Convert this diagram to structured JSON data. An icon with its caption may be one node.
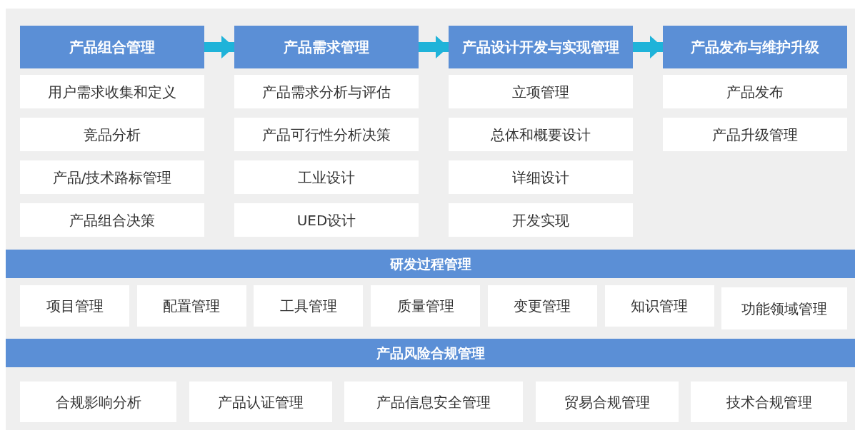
{
  "diagram": {
    "nodes": [
      {
        "text": [
          "产品组合管理"
        ]
      },
      {
        "text": [
          "产品需求管理"
        ]
      },
      {
        "text": [
          "产品设计开发与实现管理"
        ]
      },
      {
        "text": [
          "产品发布与维护升级"
        ]
      },
      {
        "text": [
          "用户需求收集和定义"
        ]
      },
      {
        "text": [
          "产品需求分析与评估"
        ]
      },
      {
        "text": [
          "立项管理"
        ]
      },
      {
        "text": [
          "产品发布"
        ]
      },
      {
        "text": [
          "竞品分析"
        ]
      },
      {
        "text": [
          "产品可行性分析决策"
        ]
      },
      {
        "text": [
          "总体和概要设计"
        ]
      },
      {
        "text": [
          "产品升级管理"
        ]
      },
      {
        "text": [
          "产品/技术路标管理"
        ]
      },
      {
        "text": [
          "工业设计"
        ]
      },
      {
        "text": [
          "详细设计"
        ]
      },
      {
        "text": [
          "产品组合决策"
        ]
      },
      {
        "text": [
          "UED设计"
        ]
      },
      {
        "text": [
          "开发实现"
        ]
      },
      {
        "text": [
          "研发过程管理"
        ]
      },
      {
        "text": [
          "项目管理"
        ]
      },
      {
        "text": [
          "配置管理"
        ]
      },
      {
        "text": [
          "工具管理"
        ]
      },
      {
        "text": [
          "质量管理"
        ]
      },
      {
        "text": [
          "变更管理"
        ]
      },
      {
        "text": [
          "知识管理"
        ]
      },
      {
        "text": [
          "功能领域管理"
        ]
      },
      {
        "text": [
          "产品风险合规管理"
        ]
      },
      {
        "text": [
          "合规影响分析"
        ]
      },
      {
        "text": [
          "产品认证管理"
        ]
      },
      {
        "text": [
          "产品信息安全管理"
        ]
      },
      {
        "text": [
          "贸易合规管理"
        ]
      },
      {
        "text": [
          "技术合规管理"
        ]
      }
    ],
    "edges": [
      {
        "from": 0,
        "to": 1,
        "arrow": "to"
      },
      {
        "from": 1,
        "to": 2,
        "arrow": "to"
      },
      {
        "from": 2,
        "to": 3,
        "arrow": "to"
      }
    ]
  }
}
